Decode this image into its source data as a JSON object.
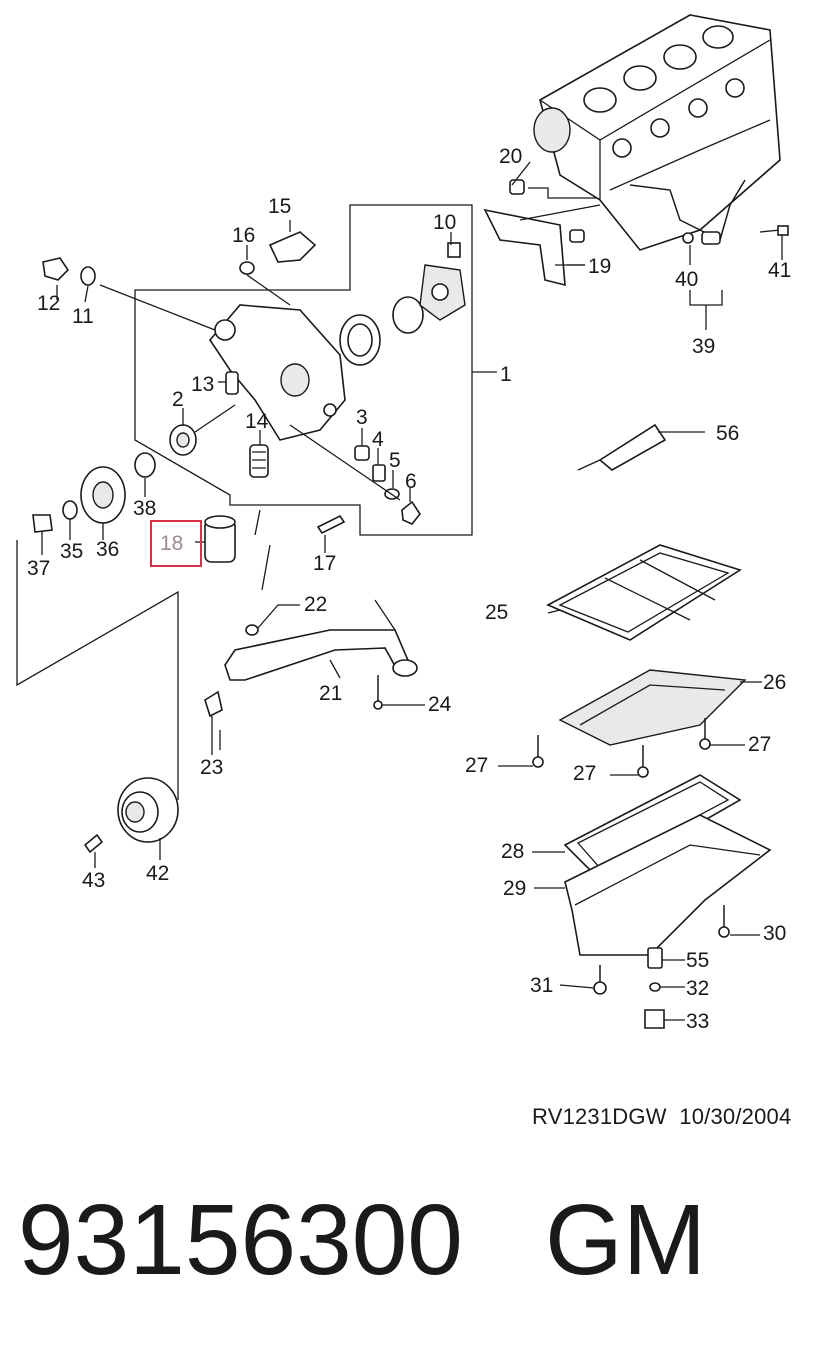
{
  "diagram": {
    "callouts": {
      "c1": "1",
      "c2": "2",
      "c3": "3",
      "c4": "4",
      "c5": "5",
      "c6": "6",
      "c10": "10",
      "c11": "11",
      "c12": "12",
      "c13": "13",
      "c14": "14",
      "c15": "15",
      "c16": "16",
      "c17": "17",
      "c18": "18",
      "c19": "19",
      "c20": "20",
      "c21": "21",
      "c22": "22",
      "c23": "23",
      "c24": "24",
      "c25": "25",
      "c26": "26",
      "c27a": "27",
      "c27b": "27",
      "c27c": "27",
      "c28": "28",
      "c29": "29",
      "c30": "30",
      "c31": "31",
      "c32": "32",
      "c33": "33",
      "c35": "35",
      "c36": "36",
      "c37": "37",
      "c38": "38",
      "c39": "39",
      "c40": "40",
      "c41": "41",
      "c42": "42",
      "c43": "43",
      "c55": "55",
      "c56": "56"
    },
    "highlighted_callout": "18",
    "highlight_color": "#d9304a"
  },
  "footer": {
    "drawing_code": "RV1231DGW",
    "date": "10/30/2004",
    "part_number": "93156300",
    "brand": "GM"
  }
}
